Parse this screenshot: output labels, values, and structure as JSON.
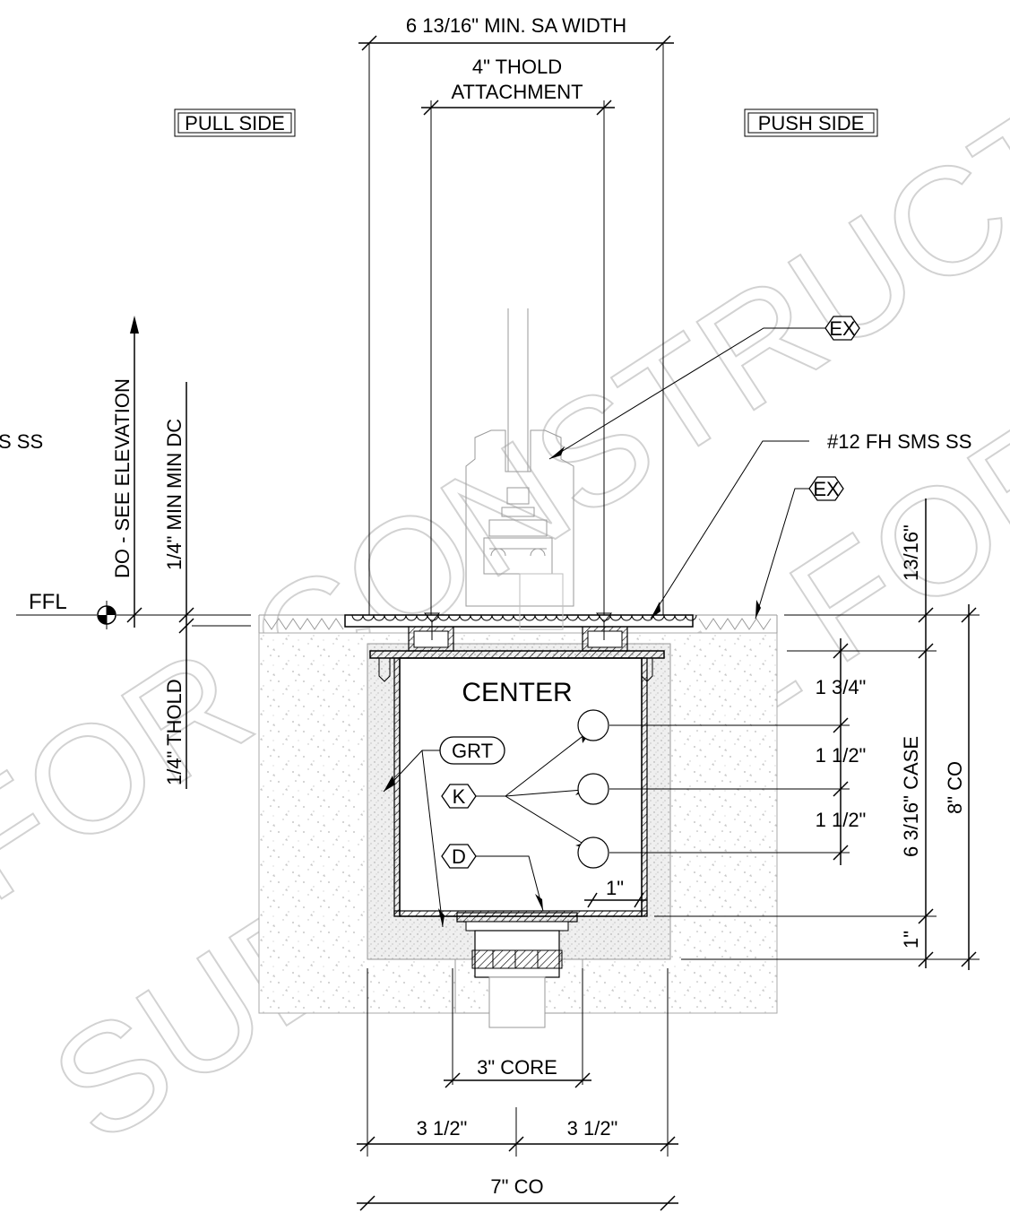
{
  "watermark": {
    "line1": "FOR CONSTRUCTION",
    "line2": "SUBMITTAL FOR REVIEW"
  },
  "labels": {
    "sa_width": "6 13/16\" MIN. SA WIDTH",
    "thold_attach_1": "4\" THOLD",
    "thold_attach_2": "ATTACHMENT",
    "pull_side": "PULL SIDE",
    "push_side": "PUSH SIDE",
    "ex_top": "EX",
    "ex_right": "EX",
    "fh_sms": "#12 FH SMS SS",
    "fh_sms_cut": "S SS",
    "do_elev": "DO - SEE ELEVATION",
    "min_dc": "1/4\" MIN MIN DC",
    "ffl": "FFL",
    "thold_quarter": "1/4\" THOLD",
    "center": "CENTER",
    "grt": "GRT",
    "k": "K",
    "d": "D",
    "dim_13_16": "13/16\"",
    "dim_1_3_4": "1 3/4\"",
    "dim_1_1_2_a": "1 1/2\"",
    "dim_1_1_2_b": "1 1/2\"",
    "case": "6 3/16\" CASE",
    "co_8": "8\" CO",
    "dim_1_right": "1\"",
    "dim_1_inner": "1\"",
    "core": "3\" CORE",
    "half_left": "3 1/2\"",
    "half_right": "3 1/2\"",
    "co_7": "7\" CO"
  }
}
